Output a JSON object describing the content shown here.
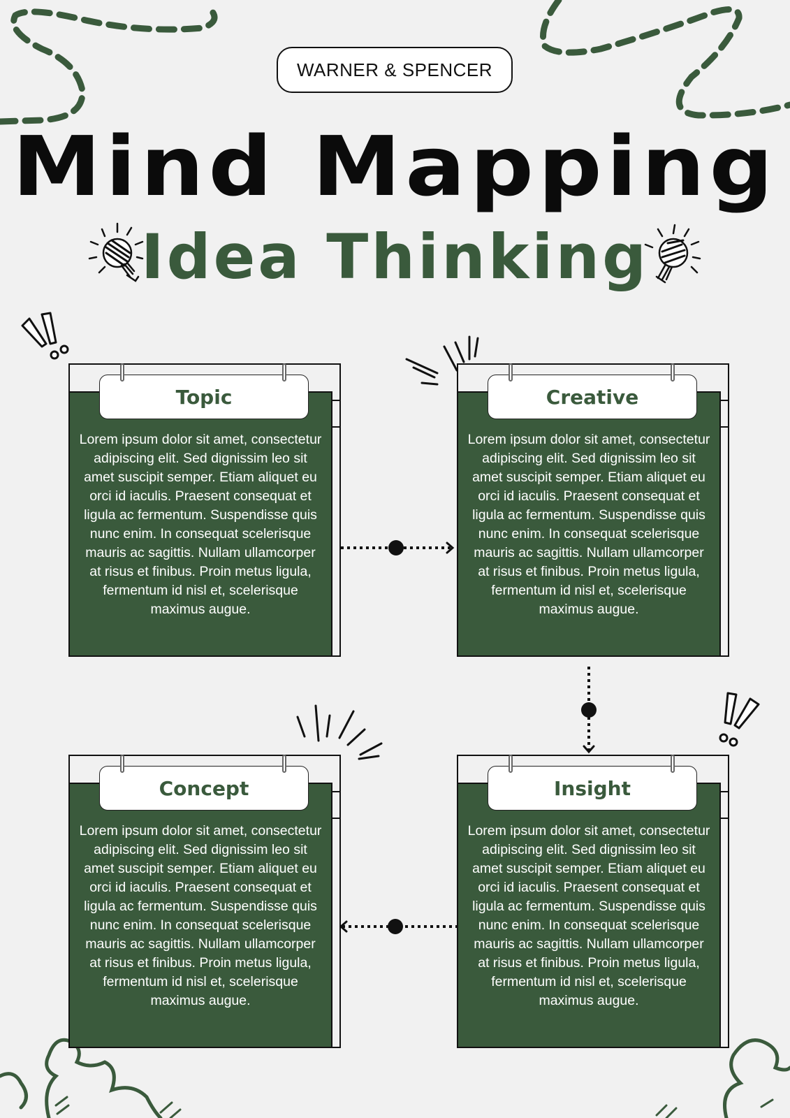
{
  "brand": "WARNER & SPENCER",
  "title": "Mind Mapping",
  "subtitle": "Idea Thinking",
  "colors": {
    "background": "#f1f1f1",
    "accent": "#3a5a3c",
    "ink": "#111111"
  },
  "icons": [
    "lightbulb-icon",
    "exclamation-icon",
    "burst-lines-icon"
  ],
  "cards": [
    {
      "label": "Topic",
      "text": "Lorem ipsum dolor sit amet, consectetur adipiscing elit. Sed dignissim leo sit amet suscipit semper. Etiam aliquet eu orci id iaculis. Praesent consequat et ligula ac fermentum. Suspendisse quis nunc enim. In consequat scelerisque mauris ac sagittis. Nullam ullamcorper at risus et finibus. Proin metus ligula, fermentum id nisl et, scelerisque maximus augue."
    },
    {
      "label": "Creative",
      "text": "Lorem ipsum dolor sit amet, consectetur adipiscing elit. Sed dignissim leo sit amet suscipit semper. Etiam aliquet eu orci id iaculis. Praesent consequat et ligula ac fermentum. Suspendisse quis nunc enim. In consequat scelerisque mauris ac sagittis. Nullam ullamcorper at risus et finibus. Proin metus ligula, fermentum id nisl et, scelerisque maximus augue."
    },
    {
      "label": "Concept",
      "text": "Lorem ipsum dolor sit amet, consectetur adipiscing elit. Sed dignissim leo sit amet suscipit semper. Etiam aliquet eu orci id iaculis. Praesent consequat et ligula ac fermentum. Suspendisse quis nunc enim. In consequat scelerisque mauris ac sagittis. Nullam ullamcorper at risus et finibus. Proin metus ligula, fermentum id nisl et, scelerisque maximus augue."
    },
    {
      "label": "Insight",
      "text": "Lorem ipsum dolor sit amet, consectetur adipiscing elit. Sed dignissim leo sit amet suscipit semper. Etiam aliquet eu orci id iaculis. Praesent consequat et ligula ac fermentum. Suspendisse quis nunc enim. In consequat scelerisque mauris ac sagittis. Nullam ullamcorper at risus et finibus. Proin metus ligula, fermentum id nisl et, scelerisque maximus augue."
    }
  ],
  "connectors": [
    {
      "from": "Topic",
      "to": "Creative"
    },
    {
      "from": "Creative",
      "to": "Insight"
    },
    {
      "from": "Insight",
      "to": "Concept"
    }
  ]
}
